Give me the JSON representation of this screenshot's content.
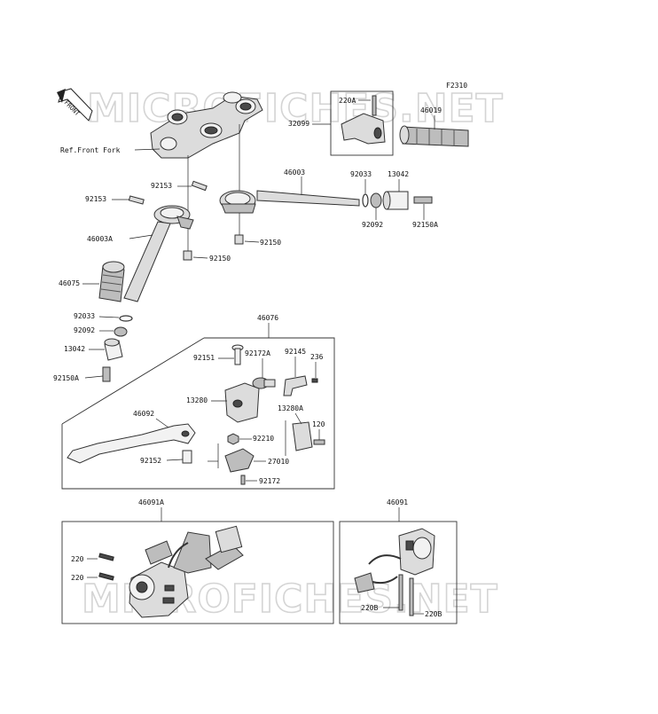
{
  "diagram": {
    "code": "F2310",
    "watermark": "MICROFICHES.NET",
    "front_arrow": "FRONT",
    "labels": {
      "ref_front_fork": "Ref.Front Fork",
      "p220A": "220A",
      "p32099": "32099",
      "p46019": "46019",
      "p46003": "46003",
      "p92033_r": "92033",
      "p13042_r": "13042",
      "p92092_r": "92092",
      "p92150A_r": "92150A",
      "p92153_a": "92153",
      "p92153_b": "92153",
      "p46003A": "46003A",
      "p92150_a": "92150",
      "p92150_b": "92150",
      "p46075": "46075",
      "p92033_l": "92033",
      "p92092_l": "92092",
      "p13042_l": "13042",
      "p92150A_l": "92150A",
      "p46076": "46076",
      "p92151": "92151",
      "p92172A": "92172A",
      "p92145": "92145",
      "p236": "236",
      "p13280": "13280",
      "p13280A": "13280A",
      "p46092": "46092",
      "p120": "120",
      "p92210": "92210",
      "p92152": "92152",
      "p27010": "27010",
      "p92172": "92172",
      "p46091A": "46091A",
      "p220_a": "220",
      "p220_b": "220",
      "p46091": "46091",
      "p220B_a": "220B",
      "p220B_b": "220B"
    }
  }
}
